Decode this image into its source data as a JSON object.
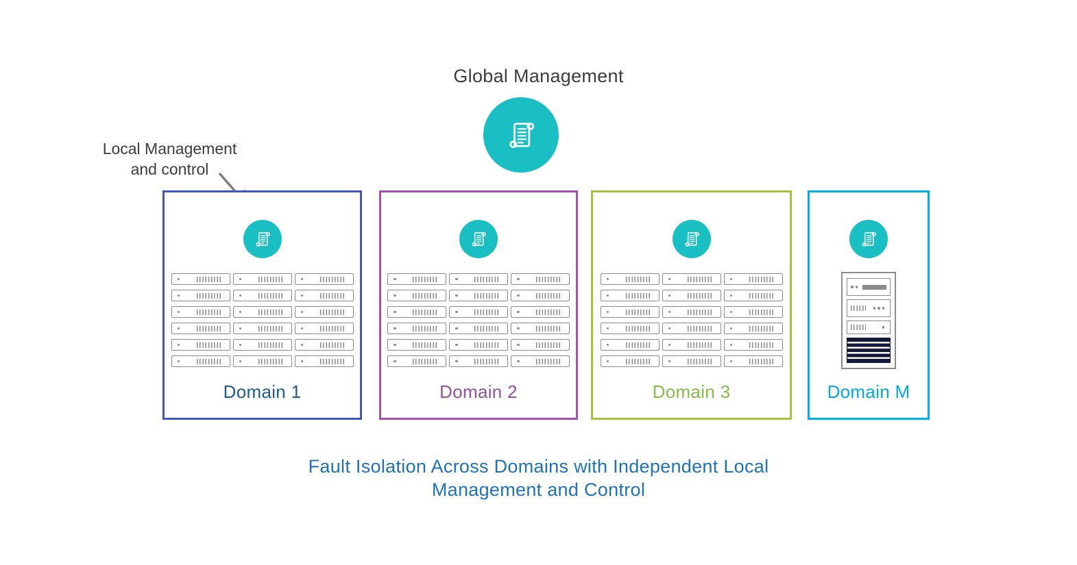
{
  "global": {
    "title": "Global Management"
  },
  "annotation": {
    "line1": "Local Management",
    "line2": "and control"
  },
  "caption": {
    "line1": "Fault Isolation Across Domains with Independent Local",
    "line2": "Management and Control"
  },
  "icons": {
    "global_icon": "scroll-management-icon",
    "local_icon": "scroll-management-icon",
    "annotation_arrow": "arrow-down-right-icon"
  },
  "colors": {
    "teal": "#1abfc3",
    "ink": "#3d3d3d",
    "caption": "#1f72b5",
    "server": "#8a8a8a",
    "arrow": "#808080"
  },
  "domains": [
    {
      "label": "Domain 1",
      "type": "grid",
      "rows": 6,
      "cols": 3,
      "border_color": "#3e57c4",
      "label_color": "#1f5c8b"
    },
    {
      "label": "Domain 2",
      "type": "grid",
      "rows": 6,
      "cols": 3,
      "border_color": "#a650a8",
      "label_color": "#94519b"
    },
    {
      "label": "Domain 3",
      "type": "grid",
      "rows": 6,
      "cols": 3,
      "border_color": "#abc13c",
      "label_color": "#84bc49"
    },
    {
      "label": "Domain M",
      "type": "tower",
      "border_color": "#00b2e3",
      "label_color": "#00a7e1"
    }
  ]
}
